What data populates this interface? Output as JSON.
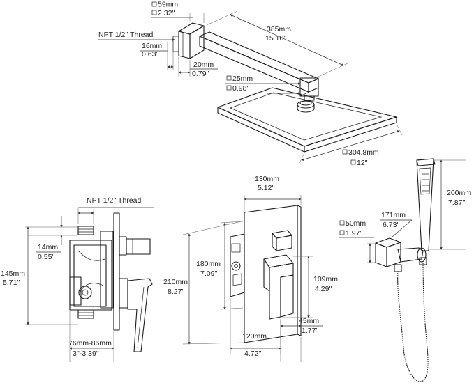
{
  "shower_arm": {
    "flange_square_mm": "59mm",
    "flange_square_in": "2.32''",
    "thread_label": "NPT 1/2'' Thread",
    "thread_length_mm": "16mm",
    "thread_length_in": "0.63''",
    "flange_depth_mm": "20mm",
    "flange_depth_in": "0.79''",
    "arm_length_mm": "385mm",
    "arm_length_in": "15.16''",
    "arm_square_mm": "25mm",
    "arm_square_in": "0.98''",
    "head_square_mm": "304.8mm",
    "head_square_in": "12''"
  },
  "valve_side": {
    "thread_label": "NPT 1/2'' Thread",
    "nipple_mm": "14mm",
    "nipple_in": "0.55''",
    "height_mm": "145mm",
    "height_in": "5.71''",
    "depth_mm": "76mm-86mm",
    "depth_in": "3''-3.39''"
  },
  "valve_front": {
    "plate_width_mm": "130mm",
    "plate_width_in": "5.12''",
    "body_height_mm": "180mm",
    "body_height_in": "7.09''",
    "plate_height_mm": "210mm",
    "plate_height_in": "8.27''",
    "handle_height_mm": "109mm",
    "handle_height_in": "4.29''",
    "handle_depth_mm": "45mm",
    "handle_depth_in": "1.77''",
    "body_width_mm": "120mm",
    "body_width_in": "4.72''"
  },
  "handheld": {
    "height_mm": "200mm",
    "height_in": "7.87''",
    "holder_length_mm": "171mm",
    "holder_length_in": "6.73''",
    "holder_square_mm": "50mm",
    "holder_square_in": "1.97''"
  }
}
